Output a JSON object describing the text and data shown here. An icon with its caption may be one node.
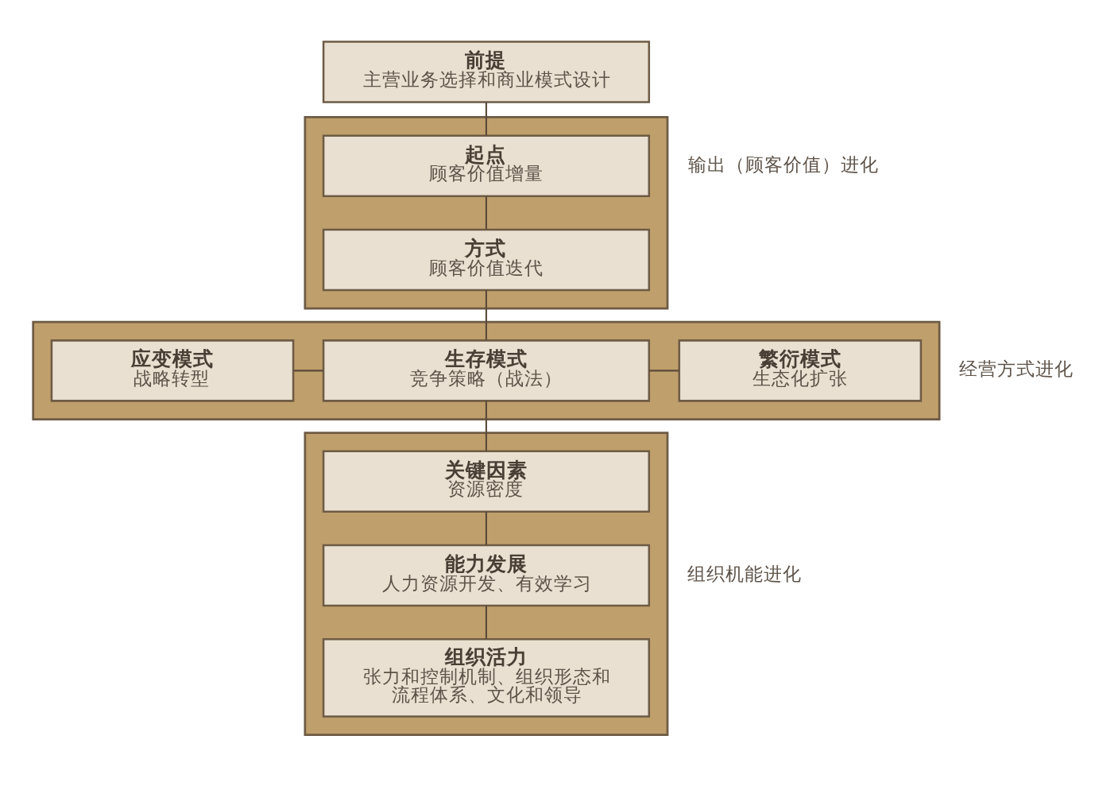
{
  "diagram": {
    "nodes": [
      {
        "text": [
          "前提",
          "主营业务选择和商业模式设计"
        ]
      },
      {
        "text": [],
        "shape": "box",
        "beside": [
          "输出（顾客价值）进化"
        ]
      },
      {
        "text": [
          "起点",
          "顾客价值增量"
        ],
        "in": 1
      },
      {
        "text": [
          "方式",
          "顾客价值迭代"
        ],
        "in": 1
      },
      {
        "text": [],
        "shape": "box",
        "beside": [
          "经营方式进化"
        ]
      },
      {
        "text": [
          "应变模式",
          "战略转型"
        ],
        "in": 4
      },
      {
        "text": [
          "生存模式",
          "竞争策略（战法）"
        ],
        "in": 4
      },
      {
        "text": [
          "繁衍模式",
          "生态化扩张"
        ],
        "in": 4
      },
      {
        "text": [],
        "shape": "box",
        "beside": [
          "组织机能进化"
        ]
      },
      {
        "text": [
          "关键因素",
          "资源密度"
        ],
        "in": 8
      },
      {
        "text": [
          "能力发展",
          "人力资源开发、有效学习"
        ],
        "in": 8
      },
      {
        "text": [
          "组织活力",
          "张力和控制机制、组织形态和流程体系、文化和领导"
        ],
        "in": 8
      }
    ],
    "edges": [
      {
        "from": 0,
        "to": 2,
        "arrow": "none"
      },
      {
        "from": 2,
        "to": 3,
        "arrow": "none"
      },
      {
        "from": 3,
        "to": 6,
        "arrow": "none"
      },
      {
        "from": 5,
        "to": 6,
        "arrow": "none"
      },
      {
        "from": 6,
        "to": 7,
        "arrow": "none"
      },
      {
        "from": 6,
        "to": 9,
        "arrow": "none"
      },
      {
        "from": 9,
        "to": 10,
        "arrow": "none"
      },
      {
        "from": 10,
        "to": 11,
        "arrow": "none"
      }
    ]
  }
}
